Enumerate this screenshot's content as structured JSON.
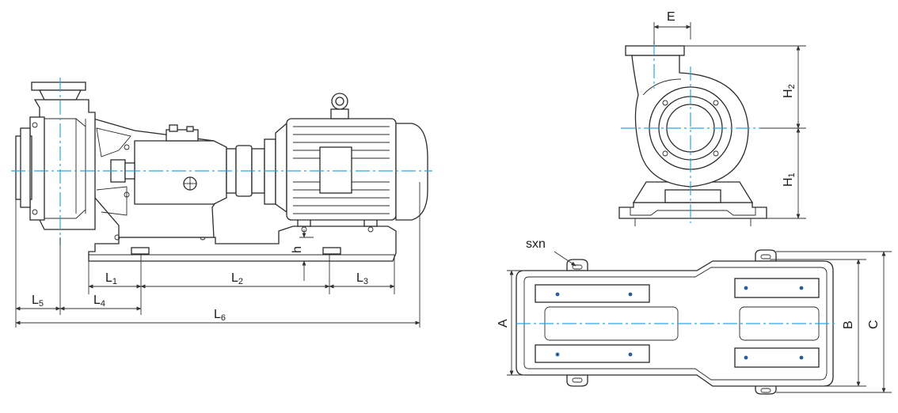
{
  "side_view": {
    "dims": {
      "L1": {
        "main": "L",
        "sub": "1"
      },
      "L2": {
        "main": "L",
        "sub": "2"
      },
      "L3": {
        "main": "L",
        "sub": "3"
      },
      "L4": {
        "main": "L",
        "sub": "4"
      },
      "L5": {
        "main": "L",
        "sub": "5"
      },
      "L6": {
        "main": "L",
        "sub": "6"
      },
      "h": "h"
    }
  },
  "front_view": {
    "dims": {
      "E": "E",
      "H1": {
        "main": "H",
        "sub": "1"
      },
      "H2": {
        "main": "H",
        "sub": "2"
      }
    }
  },
  "base_plan": {
    "dims": {
      "A": "A",
      "B": "B",
      "C": "C",
      "hole_spec": "sxn"
    }
  },
  "colors": {
    "line": "#2b2b2b",
    "centerline": "#2aa6e6",
    "hole_dot": "#2a5d9a"
  }
}
